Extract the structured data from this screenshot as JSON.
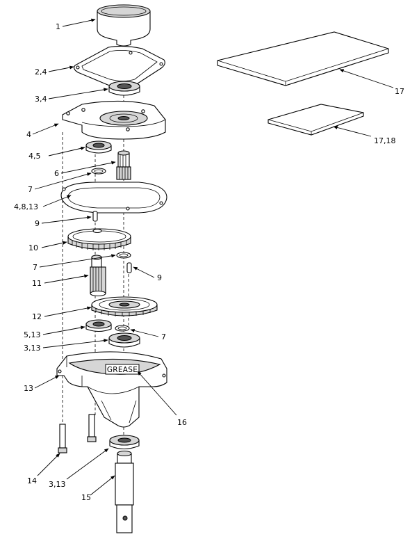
{
  "diagram": {
    "callouts": {
      "c1": "1",
      "c2_4": "2,4",
      "c3_4": "3,4",
      "c4": "4",
      "c4_5": "4,5",
      "c6": "6",
      "c7_upper": "7",
      "c4_8_13": "4,8,13",
      "c9_upper": "9",
      "c10": "10",
      "c7_mid": "7",
      "c11": "11",
      "c9_right": "9",
      "c12": "12",
      "c5_13": "5,13",
      "c7_right": "7",
      "c3_13_upper": "3,13",
      "c13": "13",
      "c16": "16",
      "c14": "14",
      "c3_13_lower": "3,13",
      "c15": "15",
      "c17": "17",
      "c17_18": "17,18"
    },
    "grease_label": "GREASE"
  }
}
